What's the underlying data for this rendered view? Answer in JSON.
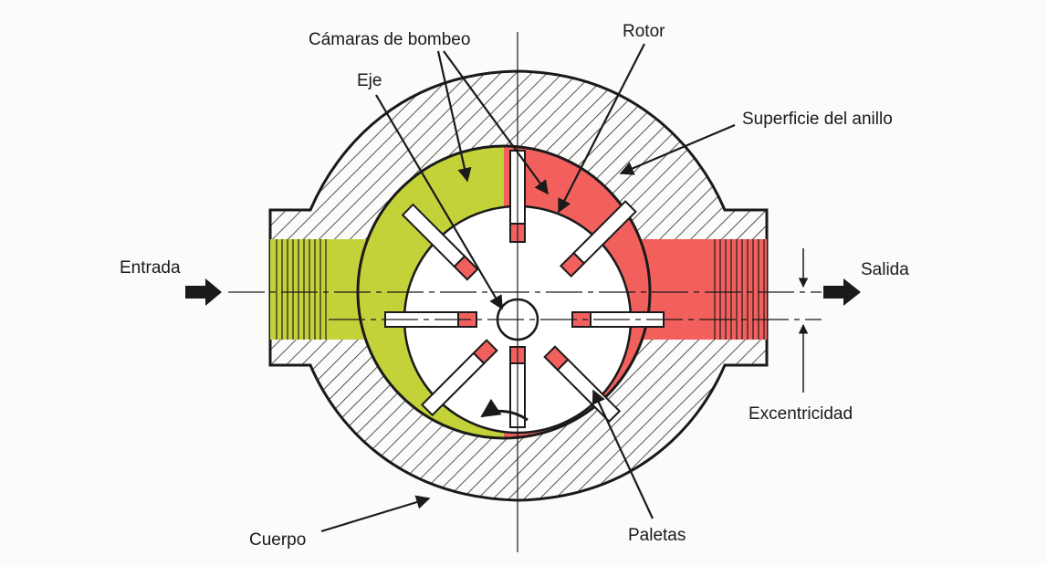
{
  "labels": {
    "camaras": "Cámaras de bombeo",
    "rotor": "Rotor",
    "eje": "Eje",
    "superficie": "Superficie del anillo",
    "entrada": "Entrada",
    "salida": "Salida",
    "excentricidad": "Excentricidad",
    "cuerpo": "Cuerpo",
    "paletas": "Paletas"
  },
  "colors": {
    "inlet_side": "#c4d23a",
    "outlet_side": "#f2605e",
    "hatch": "#2b2b2b",
    "outline": "#1a1a1a"
  }
}
